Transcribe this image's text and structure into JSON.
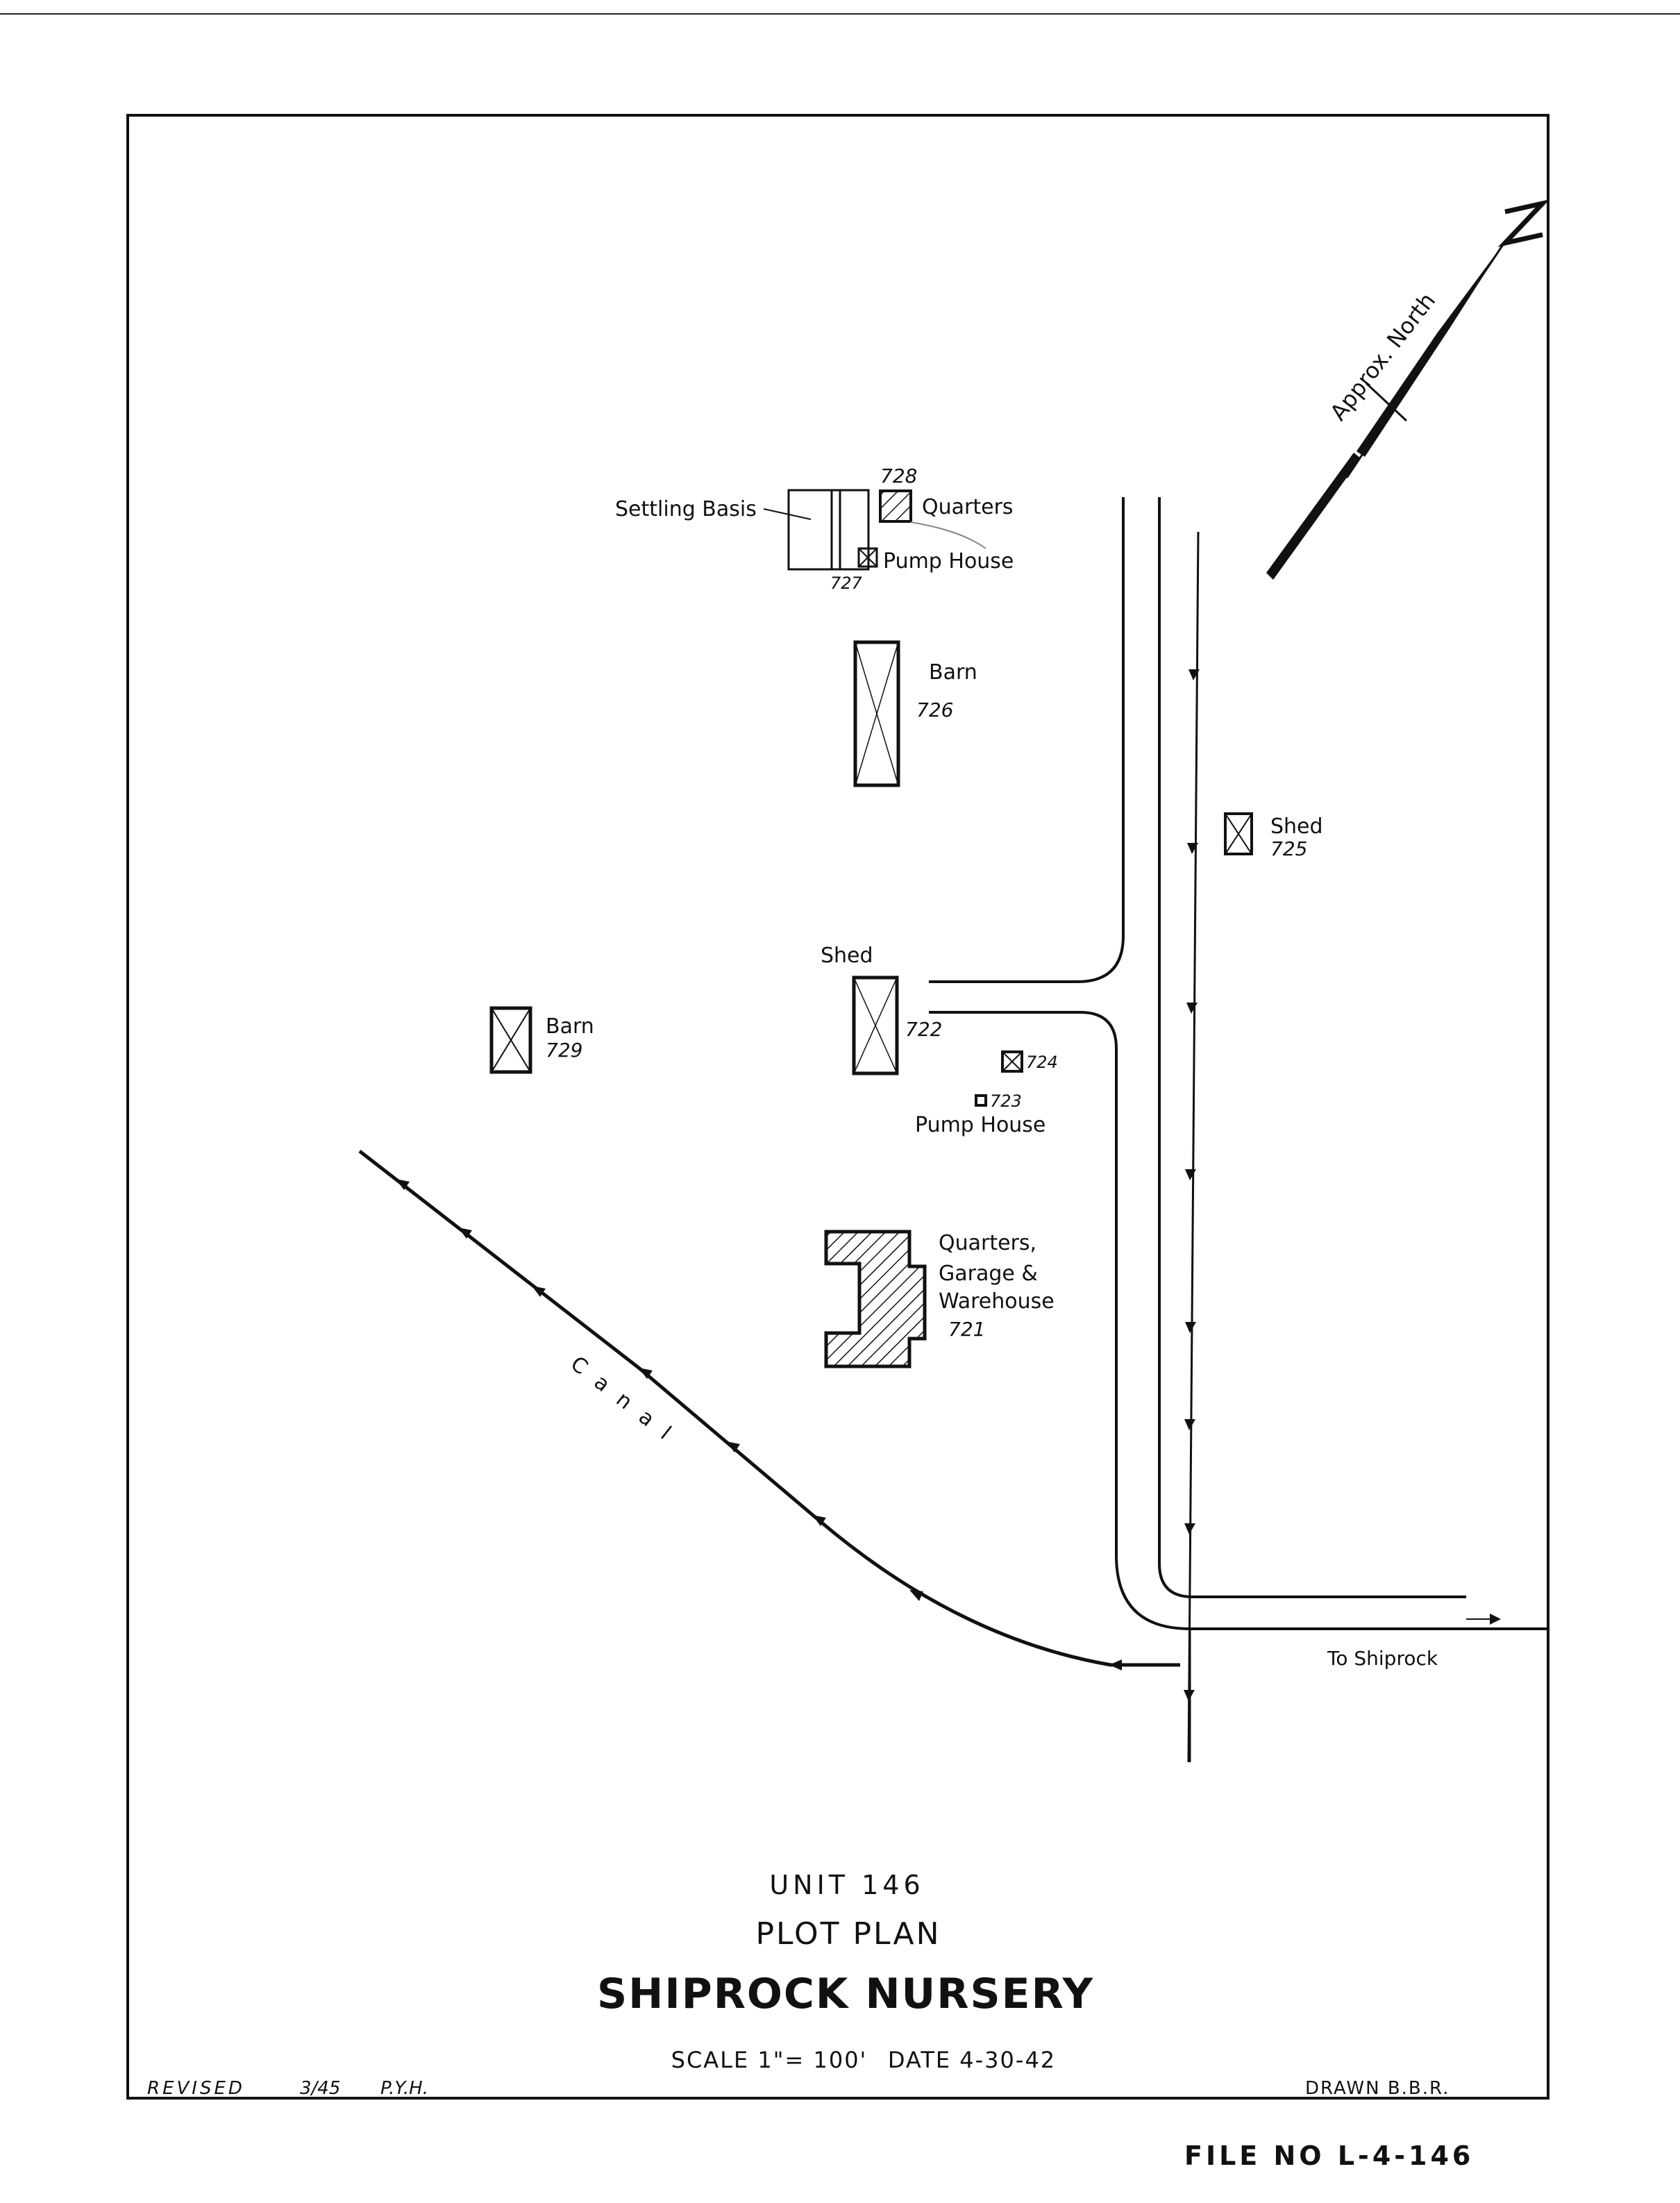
{
  "labels": {
    "approx_north": "Approx. North",
    "north_letter": "N",
    "settling_basis": "Settling Basis",
    "b728": "728",
    "quarters_728": "Quarters",
    "pump_house_727": "Pump House",
    "b727": "727",
    "barn_726": "Barn",
    "b726": "726",
    "shed_725": "Shed",
    "b725": "725",
    "shed_722": "Shed",
    "b722": "722",
    "barn_729": "Barn",
    "b729": "729",
    "b724": "724",
    "b723": "723",
    "pump_house_723": "Pump House",
    "qgw_line1": "Quarters,",
    "qgw_line2": "Garage &",
    "qgw_line3": "Warehouse",
    "b721": "721",
    "canal": "Canal",
    "to_shiprock": "To Shiprock"
  },
  "title_block": {
    "unit": "UNIT 146",
    "plan_type": "PLOT PLAN",
    "name": "SHIPROCK NURSERY",
    "scale": "SCALE 1\"= 100'",
    "date": "DATE 4-30-42",
    "revised": "REVISED",
    "revised_date": "3/45",
    "revised_by": "P.Y.H.",
    "drawn": "DRAWN B.B.R.",
    "file_no": "FILE NO L-4-146"
  },
  "colors": {
    "ink": "#111111",
    "paper": "#ffffff"
  }
}
